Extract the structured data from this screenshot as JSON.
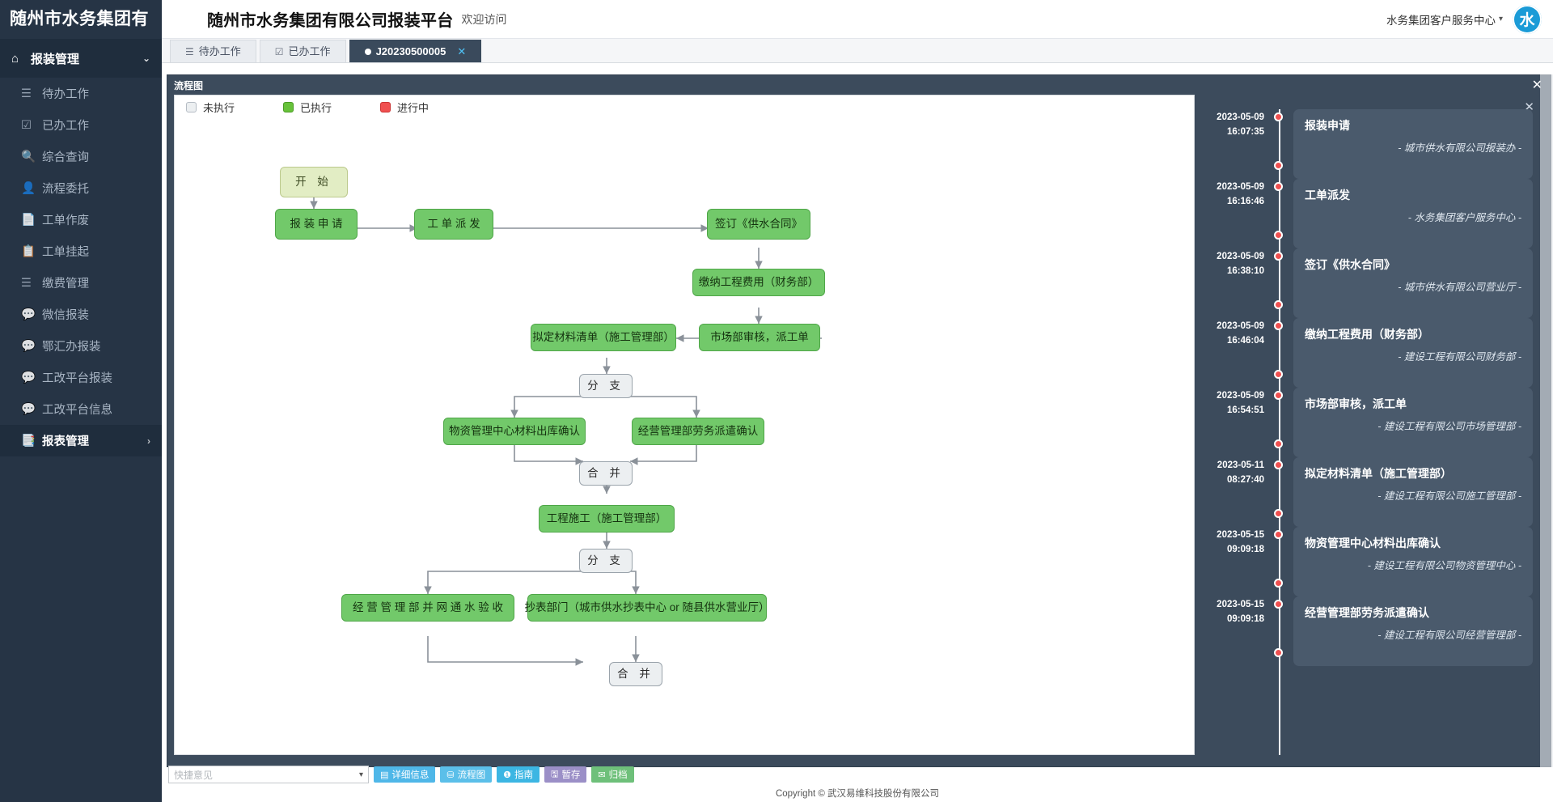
{
  "sidebar": {
    "brand": "随州市水务集团有",
    "group": {
      "label": "报装管理",
      "icon": "home-icon",
      "chevron": "⌄"
    },
    "items": [
      {
        "label": "待办工作",
        "icon": "list-icon",
        "glyph": "☰"
      },
      {
        "label": "已办工作",
        "icon": "check-square-icon",
        "glyph": "☑"
      },
      {
        "label": "综合查询",
        "icon": "search-icon",
        "glyph": "🔍"
      },
      {
        "label": "流程委托",
        "icon": "user-gear-icon",
        "glyph": "👤"
      },
      {
        "label": "工单作废",
        "icon": "file-icon",
        "glyph": "📄"
      },
      {
        "label": "工单挂起",
        "icon": "file-pause-icon",
        "glyph": "📋"
      },
      {
        "label": "缴费管理",
        "icon": "list-icon",
        "glyph": "☰"
      },
      {
        "label": "微信报装",
        "icon": "chat-icon",
        "glyph": "💬"
      },
      {
        "label": "鄂汇办报装",
        "icon": "chat-icon",
        "glyph": "💬"
      },
      {
        "label": "工改平台报装",
        "icon": "chat-icon",
        "glyph": "💬"
      },
      {
        "label": "工改平台信息",
        "icon": "chat-icon",
        "glyph": "💬"
      }
    ],
    "active_item": {
      "label": "报表管理",
      "icon": "report-icon",
      "glyph": "📑",
      "chevron": "›"
    }
  },
  "header": {
    "title": "随州市水务集团有限公司报装平台",
    "subtitle": "欢迎访问",
    "user": "水务集团客户服务中心",
    "caret": "▾",
    "logo_text": "水"
  },
  "tabs": [
    {
      "label": "待办工作",
      "glyph": "☰",
      "active": false,
      "closable": false
    },
    {
      "label": "已办工作",
      "glyph": "☑",
      "active": false,
      "closable": false
    },
    {
      "label": "J20230500005",
      "glyph": "●",
      "active": true,
      "closable": true,
      "close": "✕"
    }
  ],
  "panel": {
    "title": "流程图",
    "close": "✕",
    "timeline_close": "✕"
  },
  "legend": [
    {
      "label": "未执行",
      "color": "#eceff1",
      "state": "gray"
    },
    {
      "label": "已执行",
      "color": "#67c23a",
      "state": "green"
    },
    {
      "label": "进行中",
      "color": "#f05050",
      "state": "red"
    }
  ],
  "flow": {
    "nodes": [
      {
        "id": "start",
        "label": "开  始",
        "type": "start"
      },
      {
        "id": "apply",
        "label": "报 装 申 请",
        "type": "done"
      },
      {
        "id": "assign",
        "label": "工 单 派 发",
        "type": "done"
      },
      {
        "id": "contract",
        "label": "签订《供水合同》",
        "type": "done"
      },
      {
        "id": "fee",
        "label": "缴纳工程费用（财务部）",
        "type": "done"
      },
      {
        "id": "market",
        "label": "市场部审核，派工单",
        "type": "done"
      },
      {
        "id": "material",
        "label": "拟定材料清单（施工管理部）",
        "type": "done"
      },
      {
        "id": "branch1",
        "label": "分  支",
        "type": "gate"
      },
      {
        "id": "wz",
        "label": "物资管理中心材料出库确认",
        "type": "done"
      },
      {
        "id": "jy",
        "label": "经营管理部劳务派遣确认",
        "type": "done"
      },
      {
        "id": "merge1",
        "label": "合  并",
        "type": "gate"
      },
      {
        "id": "construct",
        "label": "工程施工（施工管理部）",
        "type": "done"
      },
      {
        "id": "branch2",
        "label": "分  支",
        "type": "gate"
      },
      {
        "id": "accept",
        "label": "经 营 管 理 部 并 网 通 水 验 收",
        "type": "done"
      },
      {
        "id": "meter",
        "label": "抄表部门（城市供水抄表中心 or 随县供水营业厅）",
        "type": "done"
      },
      {
        "id": "merge2",
        "label": "合  并",
        "type": "gate"
      }
    ]
  },
  "timeline": [
    {
      "date": "2023-05-09",
      "time": "16:07:35",
      "title": "报装申请",
      "desc": "- 城市供水有限公司报装办 -"
    },
    {
      "date": "2023-05-09",
      "time": "16:16:46",
      "title": "工单派发",
      "desc": "- 水务集团客户服务中心 -"
    },
    {
      "date": "2023-05-09",
      "time": "16:38:10",
      "title": "签订《供水合同》",
      "desc": "- 城市供水有限公司营业厅 -"
    },
    {
      "date": "2023-05-09",
      "time": "16:46:04",
      "title": "缴纳工程费用（财务部）",
      "desc": "- 建设工程有限公司财务部 -"
    },
    {
      "date": "2023-05-09",
      "time": "16:54:51",
      "title": "市场部审核，派工单",
      "desc": "- 建设工程有限公司市场管理部 -"
    },
    {
      "date": "2023-05-11",
      "time": "08:27:40",
      "title": "拟定材料清单（施工管理部）",
      "desc": "- 建设工程有限公司施工管理部 -"
    },
    {
      "date": "2023-05-15",
      "time": "09:09:18",
      "title": "物资管理中心材料出库确认",
      "desc": "- 建设工程有限公司物资管理中心 -"
    },
    {
      "date": "2023-05-15",
      "time": "09:09:18",
      "title": "经营管理部劳务派遣确认",
      "desc": "- 建设工程有限公司经营管理部 -"
    }
  ],
  "bottombar": {
    "quick_placeholder": "快捷意见",
    "quick_caret": "▾",
    "buttons": [
      {
        "label": "详细信息",
        "glyph": "▤",
        "style": "info"
      },
      {
        "label": "流程图",
        "glyph": "⛁",
        "style": "flow"
      },
      {
        "label": "指南",
        "glyph": "❶",
        "style": "guide"
      },
      {
        "label": "暂存",
        "glyph": "🖫",
        "style": "save"
      },
      {
        "label": "归档",
        "glyph": "✉",
        "style": "arch"
      }
    ]
  },
  "footer": {
    "text": "Copyright © 武汉易维科技股份有限公司"
  }
}
